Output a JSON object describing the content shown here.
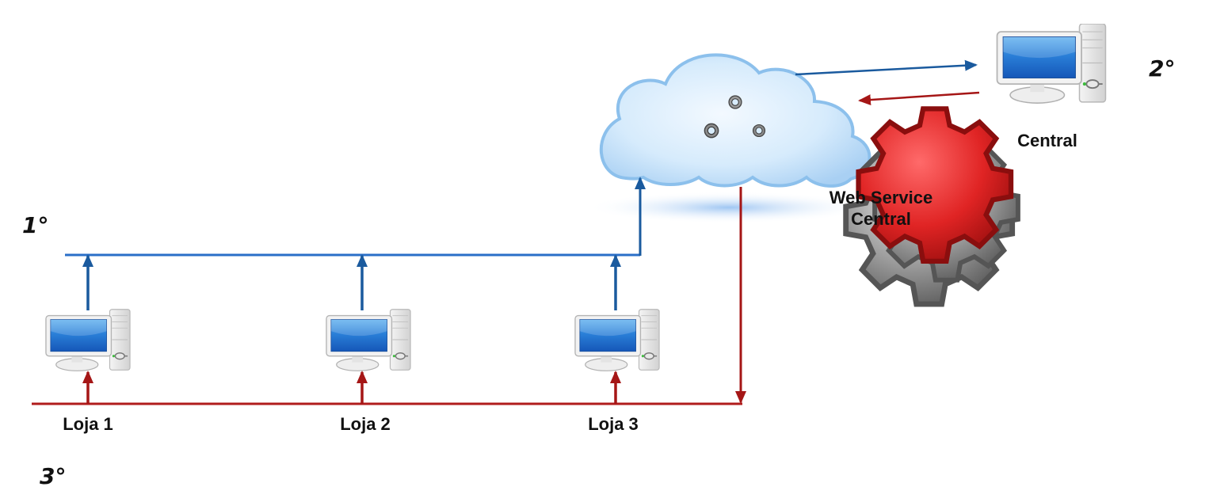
{
  "diagram": {
    "colors": {
      "upload_flow": "#1f5fa8",
      "download_flow": "#a51616",
      "cloud_fill": "#cfe6fa",
      "cloud_edge": "#7fb6e8",
      "gear_primary": "#e02424",
      "gear_secondary": "#9a9a9a",
      "screen": "#1f6fd1"
    },
    "steps": [
      {
        "id": "step-1",
        "label": "1°"
      },
      {
        "id": "step-2",
        "label": "2°"
      },
      {
        "id": "step-3",
        "label": "3°"
      }
    ],
    "cloud": {
      "icon": "cloud-gears-icon",
      "label_line1": "Web Service",
      "label_line2": "Central"
    },
    "central": {
      "icon": "desktop-computer-icon",
      "label": "Central"
    },
    "stores": [
      {
        "icon": "desktop-computer-icon",
        "label": "Loja 1"
      },
      {
        "icon": "desktop-computer-icon",
        "label": "Loja 2"
      },
      {
        "icon": "desktop-computer-icon",
        "label": "Loja 3"
      }
    ],
    "edges": [
      {
        "from": "Loja 1",
        "to": "Web Service Central",
        "flow": "upload",
        "step": "1°"
      },
      {
        "from": "Loja 2",
        "to": "Web Service Central",
        "flow": "upload",
        "step": "1°"
      },
      {
        "from": "Loja 3",
        "to": "Web Service Central",
        "flow": "upload",
        "step": "1°"
      },
      {
        "from": "Web Service Central",
        "to": "Central",
        "flow": "upload",
        "step": "2°"
      },
      {
        "from": "Central",
        "to": "Web Service Central",
        "flow": "download",
        "step": "2°"
      },
      {
        "from": "Web Service Central",
        "to": "Loja 1",
        "flow": "download",
        "step": "3°"
      },
      {
        "from": "Web Service Central",
        "to": "Loja 2",
        "flow": "download",
        "step": "3°"
      },
      {
        "from": "Web Service Central",
        "to": "Loja 3",
        "flow": "download",
        "step": "3°"
      }
    ]
  }
}
